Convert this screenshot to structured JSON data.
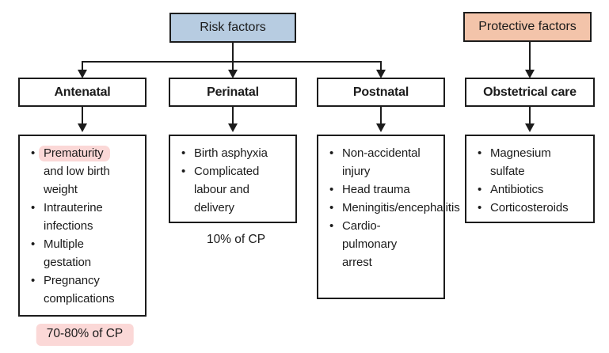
{
  "palette": {
    "risk_fill": "#b7cce1",
    "protective_fill": "#f3c4aa",
    "highlight_pink": "#fbd8d7",
    "border": "#1c1c1c"
  },
  "roots": {
    "risk": {
      "label": "Risk factors"
    },
    "protective": {
      "label": "Protective factors"
    }
  },
  "columns": [
    {
      "header": "Antenatal",
      "items": [
        {
          "highlight": "Prematurity",
          "rest": "and low birth weight"
        },
        {
          "text": "Intrauterine infections"
        },
        {
          "text": "Multiple gestation"
        },
        {
          "text": "Pregnancy complications"
        }
      ],
      "footnote": "70-80% of CP"
    },
    {
      "header": "Perinatal",
      "items": [
        {
          "text": "Birth asphyxia"
        },
        {
          "text": "Complicated labour and delivery"
        }
      ],
      "footnote": "10% of CP"
    },
    {
      "header": "Postnatal",
      "items": [
        {
          "text": "Non-accidental injury"
        },
        {
          "text": "Head trauma"
        },
        {
          "text": "Meningitis/encephalitis"
        },
        {
          "text": "Cardio-pulmonary arrest"
        }
      ]
    },
    {
      "header": "Obstetrical care",
      "items": [
        {
          "text": "Magnesium sulfate"
        },
        {
          "text": "Antibiotics"
        },
        {
          "text": "Corticosteroids"
        }
      ]
    }
  ]
}
